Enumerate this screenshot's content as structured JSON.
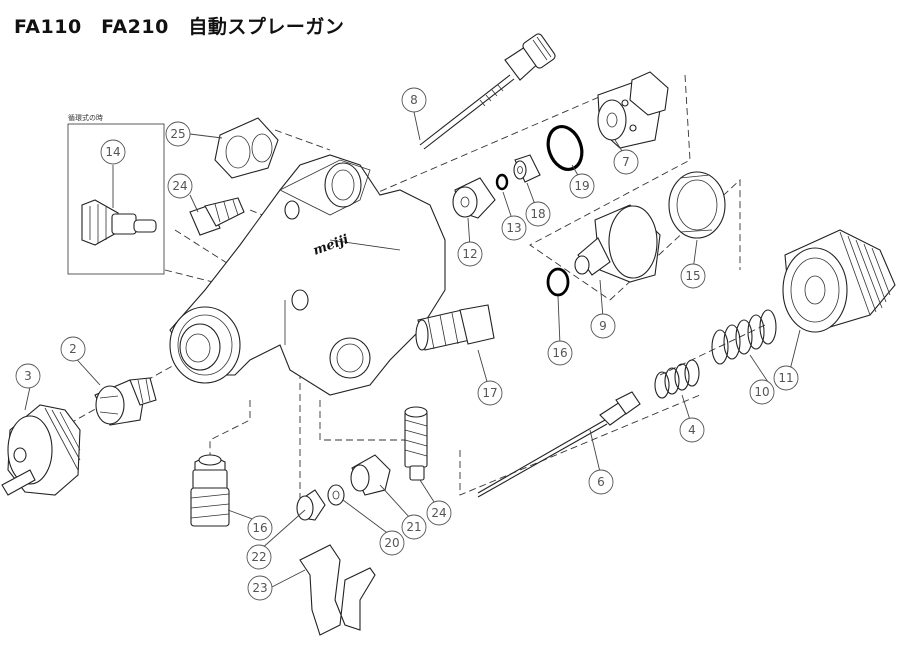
{
  "title": "FA110　FA210　自動スプレーガン",
  "inset_caption": "循環式の時",
  "logo_text": "meiji",
  "callouts": [
    "2",
    "3",
    "4",
    "6",
    "7",
    "8",
    "9",
    "10",
    "11",
    "12",
    "13",
    "14",
    "15",
    "16",
    "16",
    "17",
    "18",
    "19",
    "20",
    "21",
    "22",
    "23",
    "24",
    "24",
    "25"
  ]
}
